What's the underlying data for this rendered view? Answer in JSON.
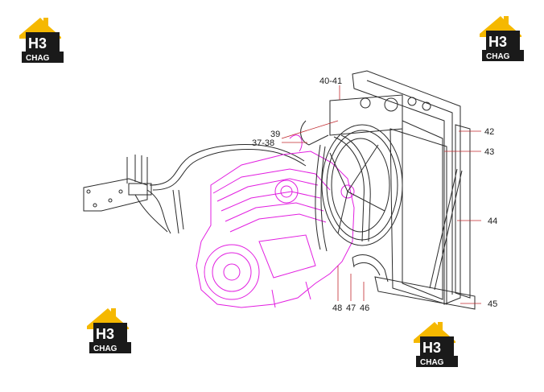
{
  "logo": {
    "mark": "H3",
    "word": "CHAG",
    "accent": "#f5b800",
    "dark": "#1a1a1a"
  },
  "callouts": [
    "40-41",
    "39",
    "37-38",
    "42",
    "43",
    "44",
    "45",
    "48",
    "47",
    "46"
  ],
  "colors": {
    "engine": "#e21ee0",
    "outline": "#2a2a2a",
    "leader": "#c0282d"
  }
}
